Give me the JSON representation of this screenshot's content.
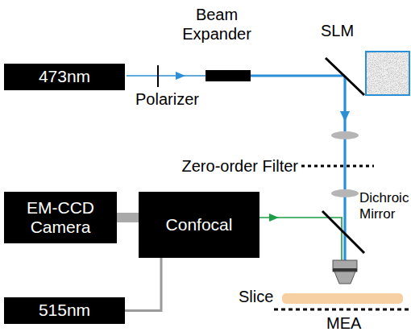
{
  "diagram": {
    "nodes": [
      {
        "text": [
          "473nm"
        ]
      },
      {
        "text": [
          "EM-CCD Camera"
        ]
      },
      {
        "text": [
          "Confocal"
        ]
      },
      {
        "text": [
          "515nm"
        ]
      }
    ],
    "edges": [
      {
        "from": 1,
        "to": 2,
        "arrow": "none"
      },
      {
        "from": 3,
        "to": 2,
        "arrow": "none"
      }
    ],
    "labels": [
      "Polarizer",
      "Beam Expander",
      "SLM",
      "Zero-order Filter",
      "Dichroic Mirror",
      "Slice",
      "MEA"
    ]
  }
}
